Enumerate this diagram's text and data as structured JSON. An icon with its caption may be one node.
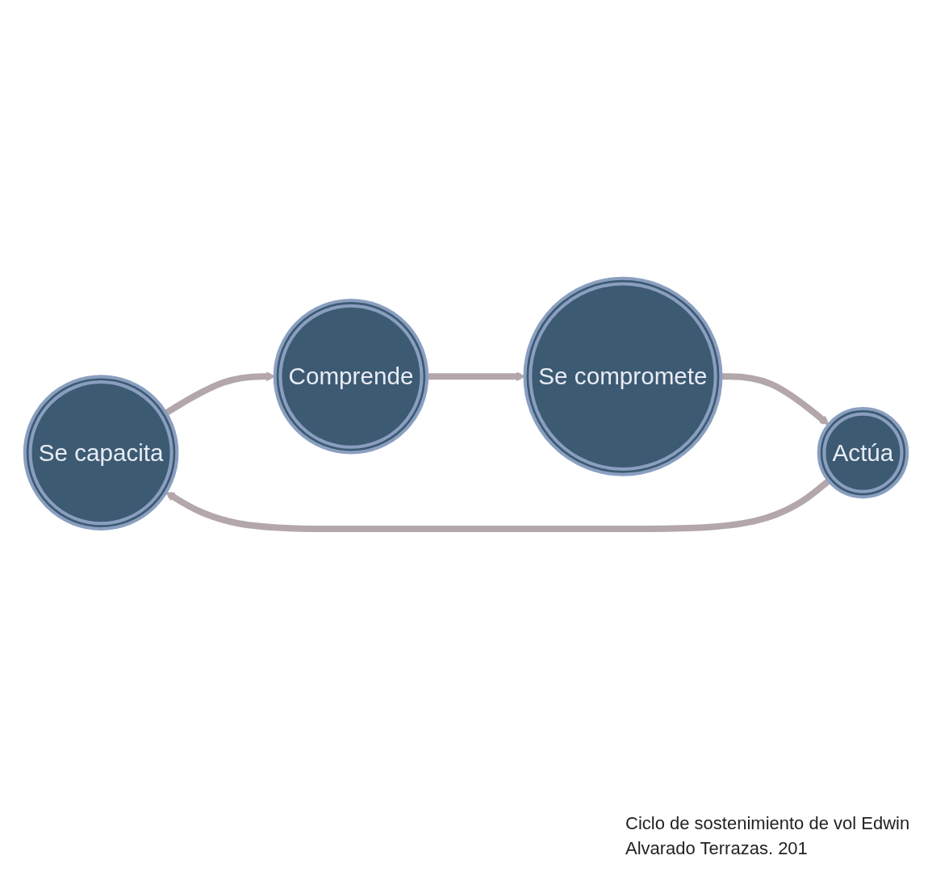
{
  "diagram": {
    "caption": "Ciclo de sostenimiento de vol Edwin Alvarado Terrazas. 201",
    "nodes": [
      {
        "text": [
          "Se capacita"
        ]
      },
      {
        "text": [
          "Comprende"
        ]
      },
      {
        "text": [
          "Se compromete"
        ]
      },
      {
        "text": [
          "Actúa"
        ]
      }
    ],
    "edges": [
      {
        "from": 0,
        "to": 1,
        "arrow": "to"
      },
      {
        "from": 1,
        "to": 2,
        "arrow": "to"
      },
      {
        "from": 2,
        "to": 3,
        "arrow": "to"
      },
      {
        "from": 3,
        "to": 0,
        "arrow": "to"
      }
    ]
  }
}
